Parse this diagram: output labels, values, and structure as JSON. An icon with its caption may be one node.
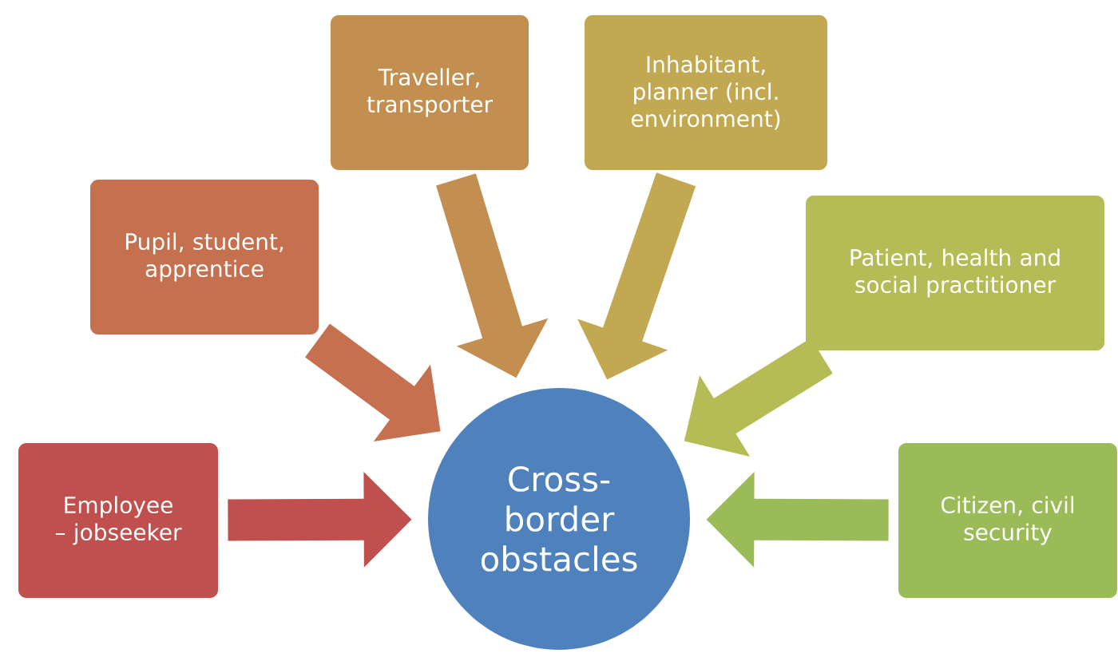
{
  "diagram": {
    "nodes": [
      {
        "text": [
          "Cross-border obstacles"
        ]
      },
      {
        "text": [
          "Employee – jobseeker"
        ]
      },
      {
        "text": [
          "Pupil, student, apprentice"
        ]
      },
      {
        "text": [
          "Traveller, transporter"
        ]
      },
      {
        "text": [
          "Inhabitant, planner (incl. environment)"
        ]
      },
      {
        "text": [
          "Patient, health and social practitioner"
        ]
      },
      {
        "text": [
          "Citizen, civil security"
        ]
      }
    ],
    "edges": [
      {
        "from": 1,
        "to": 0,
        "arrow": "to",
        "color": "#c0504d"
      },
      {
        "from": 2,
        "to": 0,
        "arrow": "to",
        "color": "#c5704f"
      },
      {
        "from": 3,
        "to": 0,
        "arrow": "to",
        "color": "#c28f50"
      },
      {
        "from": 4,
        "to": 0,
        "arrow": "to",
        "color": "#c3a852"
      },
      {
        "from": 5,
        "to": 0,
        "arrow": "to",
        "color": "#b5bb55"
      },
      {
        "from": 6,
        "to": 0,
        "arrow": "to",
        "color": "#9bbb59"
      }
    ]
  }
}
